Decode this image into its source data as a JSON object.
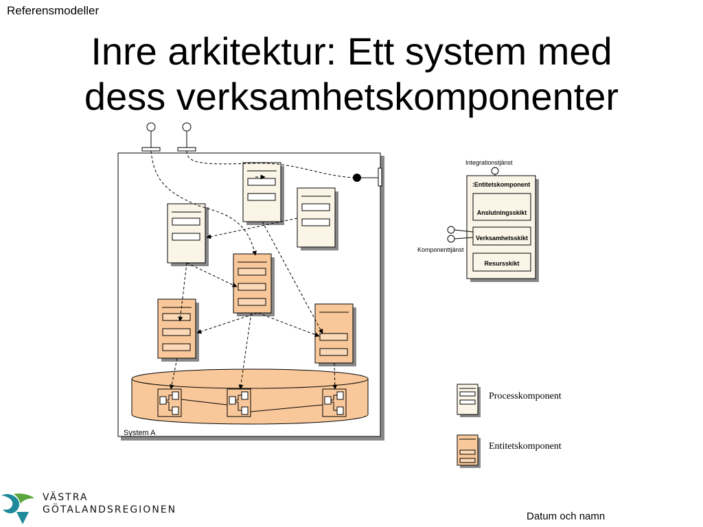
{
  "header": {
    "label": "Referensmodeller"
  },
  "title": {
    "line1": "Inre arkitektur: Ett system med",
    "line2": "dess verksamhetskomponenter"
  },
  "system": {
    "label": "System A"
  },
  "detail": {
    "integration_label": "Integrationstjänst",
    "entity_label": ":Entitetskomponent",
    "layers": [
      "Anslutningsskikt",
      "Verksamhetsskikt",
      "Resursskikt"
    ],
    "component_service_label": "Komponenttjänst"
  },
  "legend": {
    "items": [
      {
        "label": "Processkomponent",
        "color": "#fbf5e7"
      },
      {
        "label": "Entitetskomponent",
        "color": "#f9c89a"
      }
    ]
  },
  "footer": {
    "text": "Datum och namn"
  },
  "logo": {
    "line1": "VÄSTRA",
    "line2": "GÖTALANDSREGIONEN"
  },
  "colors": {
    "process": "#fbf5e7",
    "entity": "#f9c89a",
    "shadow": "#999999",
    "logo_teal": "#1f8a9a",
    "logo_green": "#5aa53c"
  }
}
